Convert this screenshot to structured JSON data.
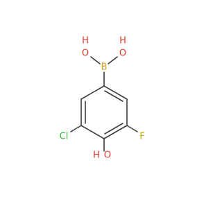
{
  "molecule": {
    "atoms": {
      "boron": {
        "label": "B",
        "color": "#d4a020"
      },
      "oxygen_top_left": {
        "label": "O",
        "color": "#e33a2c"
      },
      "hydrogen_top_left": {
        "label": "H",
        "color": "#e33a2c"
      },
      "oxygen_top_right": {
        "label": "O",
        "color": "#e33a2c"
      },
      "hydrogen_top_right": {
        "label": "H",
        "color": "#e33a2c"
      },
      "chlorine": {
        "label": "Cl",
        "color": "#33b233"
      },
      "fluorine": {
        "label": "F",
        "color": "#c2a800"
      },
      "hydroxyl_oxygen": {
        "label": "O",
        "color": "#e33a2c"
      },
      "hydroxyl_hydrogen": {
        "label": "H",
        "color": "#e33a2c"
      }
    },
    "bond_color": "#3c3c3c"
  }
}
